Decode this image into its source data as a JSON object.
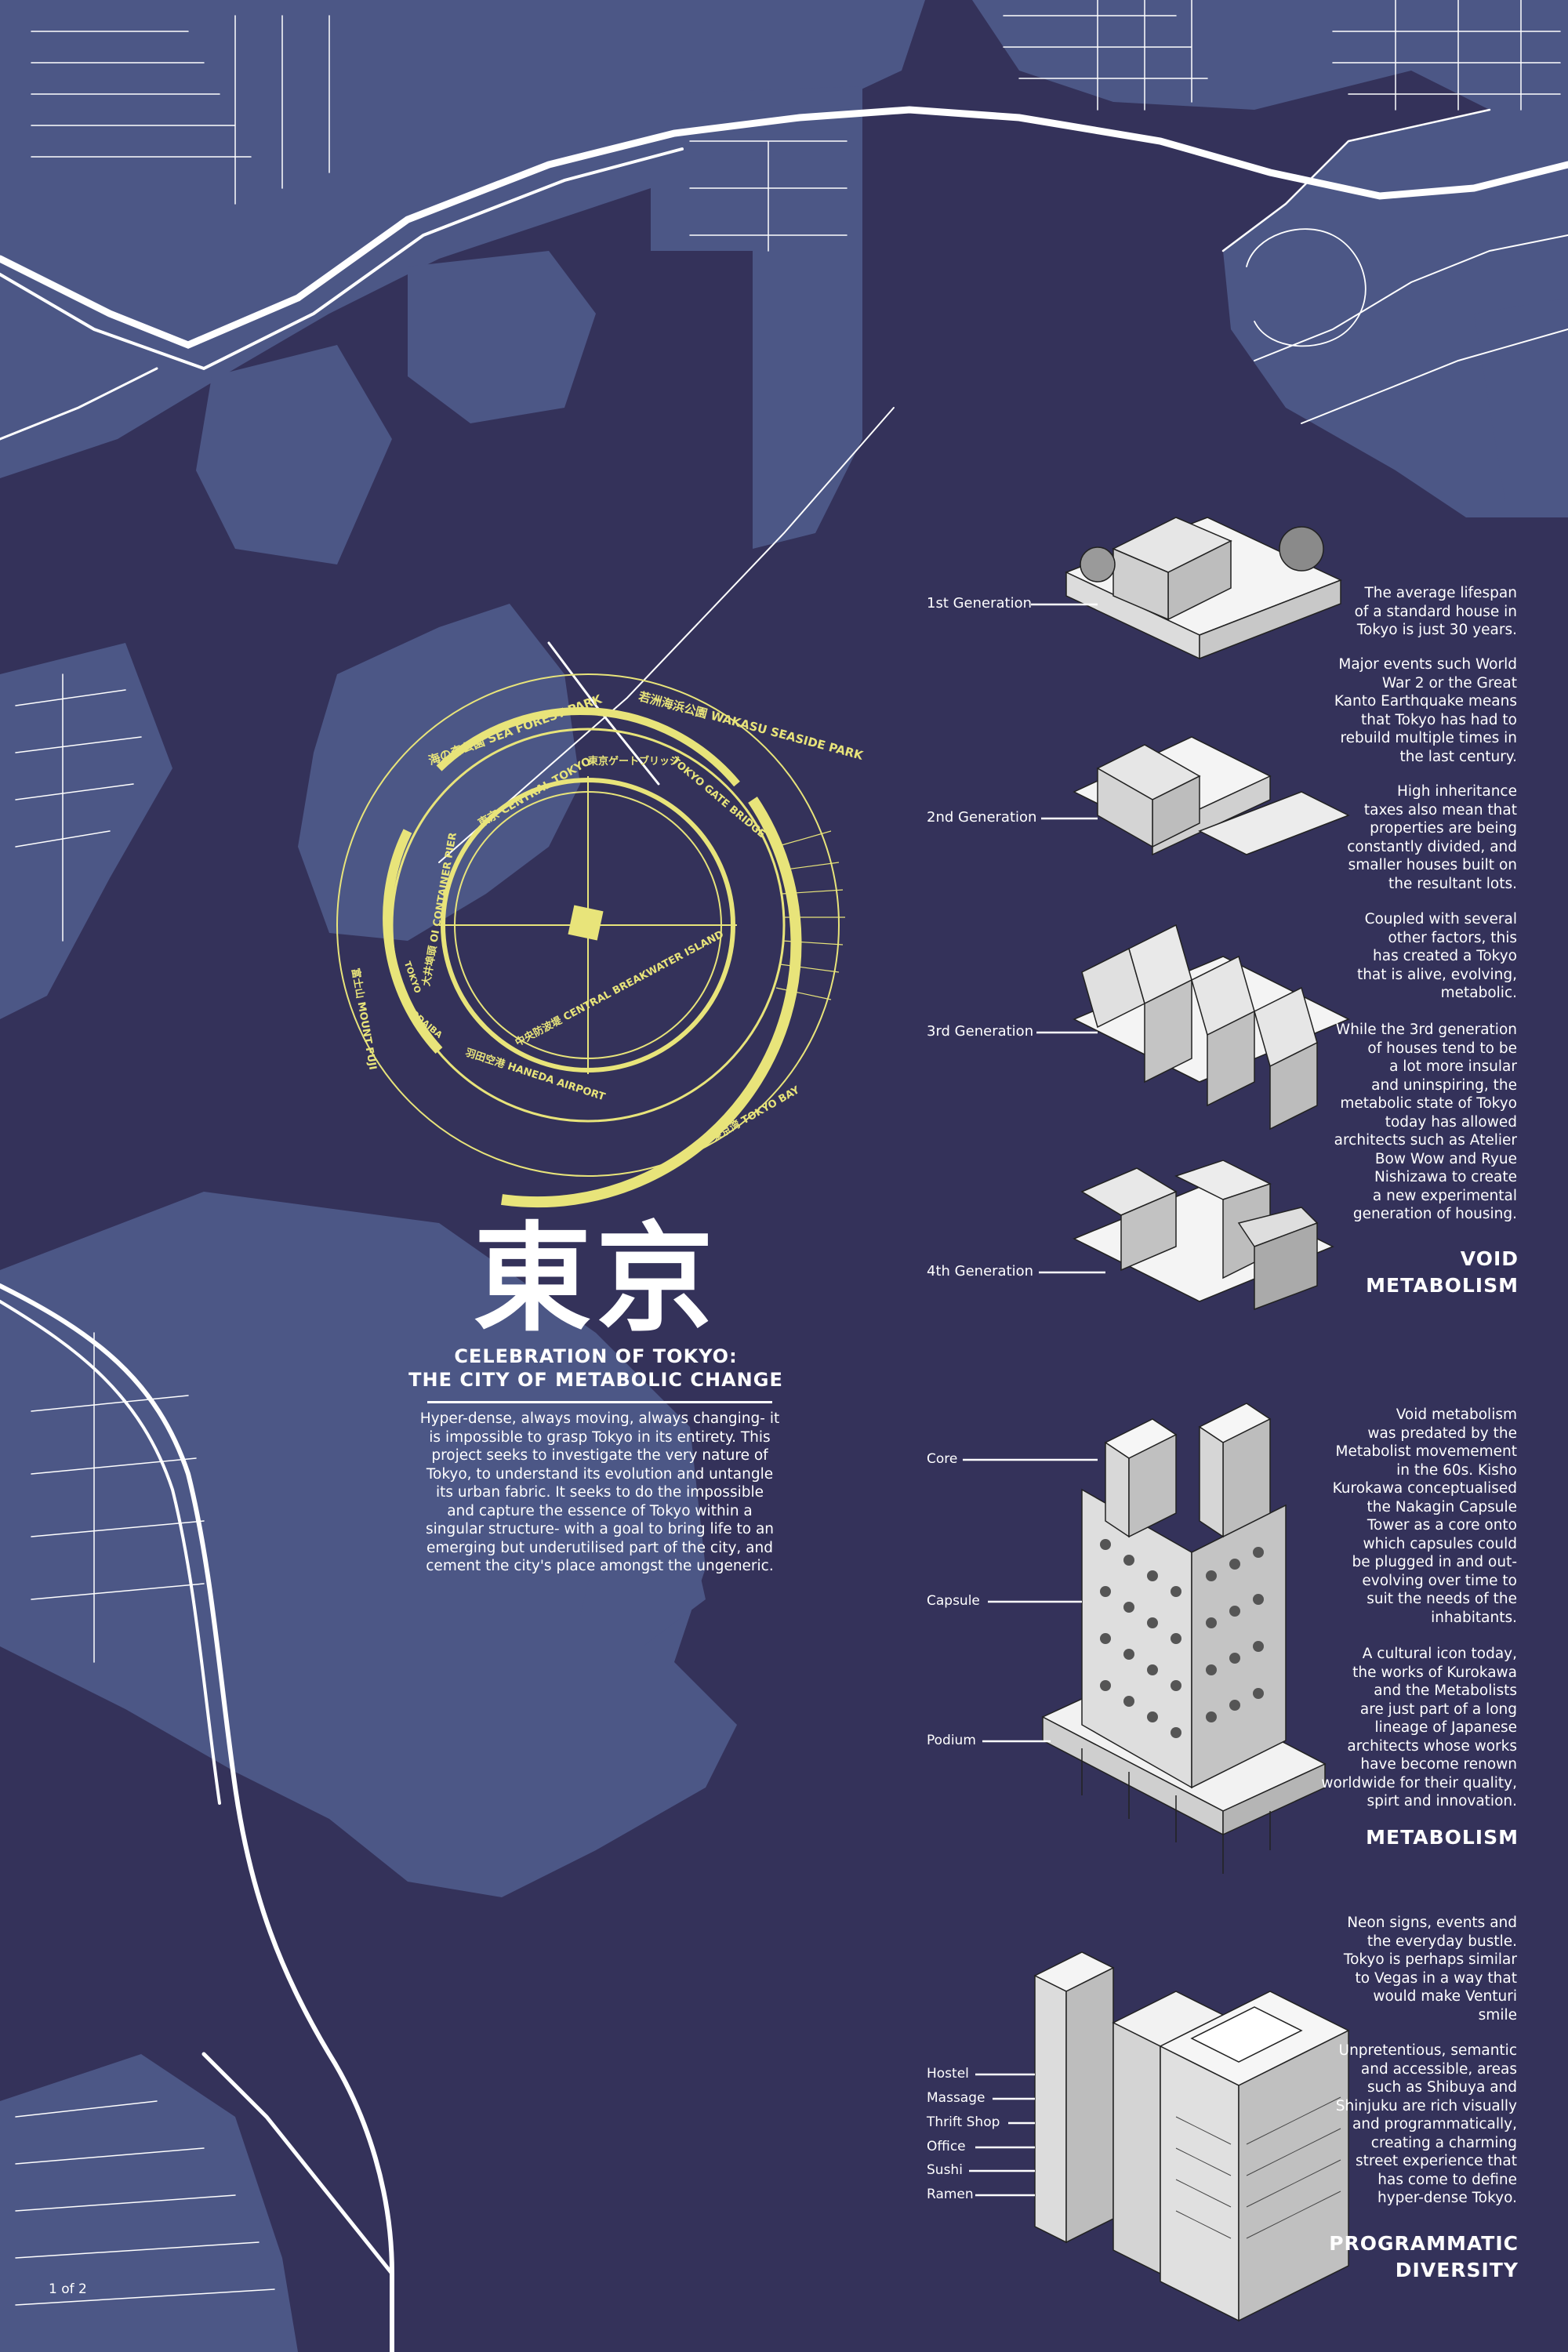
{
  "map": {
    "colors": {
      "background": "#34325a",
      "land": "#4c5786",
      "roads": "#ffffff",
      "accent": "#e8e47a"
    },
    "ring_labels": [
      {
        "text": "海の森公園 SEA FOREST PARK",
        "id": "sea-forest-park"
      },
      {
        "text": "若洲海浜公園 WAKASU SEASIDE PARK",
        "id": "wakasu-seaside-park"
      },
      {
        "text": "東京 CENTRAL TOKYO",
        "id": "central-tokyo"
      },
      {
        "text": "東京ゲートブリッジ",
        "id": "tokyo-gate-bridge-jp"
      },
      {
        "text": "TOKYO GATE BRIDGE",
        "id": "tokyo-gate-bridge"
      },
      {
        "text": "大井埠頭 OI CONTAINER PIER",
        "id": "oi-container-pier"
      },
      {
        "text": "富士山 MOUNT FUJI",
        "id": "mount-fuji"
      },
      {
        "text": "中央防波堤 CENTRAL BREAKWATER ISLAND",
        "id": "central-breakwater-island"
      },
      {
        "text": "羽田空港 HANEDA AIRPORT",
        "id": "haneda-airport"
      },
      {
        "text": "東京湾 TOKYO BAY",
        "id": "tokyo-bay"
      },
      {
        "text": "ODAIBA",
        "id": "odaiba"
      },
      {
        "text": "TOKYO",
        "id": "tokyo-jp"
      }
    ]
  },
  "title": {
    "kanji": "東京",
    "subtitle_line1": "CELEBRATION OF TOKYO:",
    "subtitle_line2": "THE CITY OF METABOLIC CHANGE"
  },
  "intro": "Hyper-dense, always moving, always changing- it\nis impossible to grasp Tokyo in its entirety. This\nproject seeks to investigate the very nature of\nTokyo, to understand its evolution and untangle\nits urban fabric. It seeks to do the impossible\nand capture the essence of Tokyo within a\nsingular structure- with a goal to bring life to an\nemerging but underutilised part of the city, and\ncement the city's place amongst the ungeneric.",
  "generations": [
    {
      "label": "1st Generation"
    },
    {
      "label": "2nd Generation"
    },
    {
      "label": "3rd Generation"
    },
    {
      "label": "4th Generation"
    }
  ],
  "void_metabolism": {
    "paragraphs": [
      "The average lifespan\nof a standard house in\nTokyo is just 30 years.",
      "Major events such World\nWar 2 or the Great\nKanto Earthquake means\nthat Tokyo has had to\nrebuild multiple times in\nthe last century.",
      "High inheritance\ntaxes also mean that\nproperties are being\nconstantly divided, and\nsmaller houses built on\nthe resultant lots.",
      "Coupled with several\nother factors, this\nhas created a Tokyo\nthat is alive, evolving,\nmetabolic.",
      "While the 3rd generation\nof houses tend to be\na lot more insular\nand uninspiring, the\nmetabolic state of Tokyo\ntoday has allowed\narchitects such as Atelier\nBow Wow and Ryue\nNishizawa to create\na new experimental\ngeneration of housing."
    ],
    "heading_line1": "VOID",
    "heading_line2": "METABOLISM"
  },
  "metabolism": {
    "callouts": [
      {
        "label": "Core"
      },
      {
        "label": "Capsule"
      },
      {
        "label": "Podium"
      }
    ],
    "paragraphs": [
      "Void metabolism\nwas predated by the\nMetabolist movemement\nin the 60s. Kisho\nKurokawa conceptualised\nthe Nakagin Capsule\nTower as a core onto\nwhich capsules could\nbe plugged in and out-\nevolving over time to\nsuit the needs of the\ninhabitants.",
      "A cultural icon today,\nthe works of Kurokawa\nand the Metabolists\nare just part of a long\nlineage of Japanese\narchitects whose works\nhave become renown\nworldwide for their quality,\nspirt and innovation."
    ],
    "heading": "METABOLISM"
  },
  "diversity": {
    "callouts": [
      {
        "label": "Hostel"
      },
      {
        "label": "Massage"
      },
      {
        "label": "Thrift Shop"
      },
      {
        "label": "Office"
      },
      {
        "label": "Sushi"
      },
      {
        "label": "Ramen"
      }
    ],
    "paragraphs": [
      "Neon signs, events and\nthe everyday bustle.\nTokyo is perhaps similar\nto Vegas in a way that\nwould make Venturi\nsmile",
      "Unpretentious, semantic\nand accessible, areas\nsuch as Shibuya and\nShinjuku are rich visually\nand programmatically,\ncreating a charming\nstreet experience that\nhas come to define\nhyper-dense Tokyo."
    ],
    "heading_line1": "PROGRAMMATIC",
    "heading_line2": "DIVERSITY"
  },
  "page_number": "1 of 2"
}
